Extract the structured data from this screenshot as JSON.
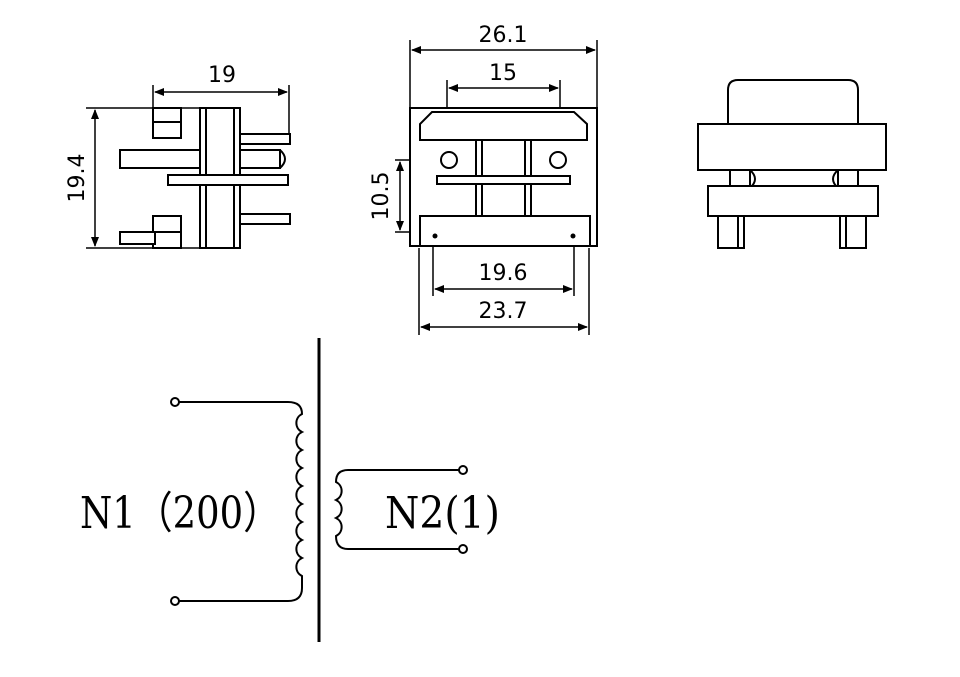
{
  "dimensions": {
    "side_width": "19",
    "side_height": "19.4",
    "front_top_width": "26.1",
    "front_pin_pitch": "15",
    "front_height": "10.5",
    "front_bottom_inner": "19.6",
    "front_bottom_outer": "23.7"
  },
  "schematic": {
    "primary_label": "N1（200）",
    "secondary_label": "N2(1)"
  }
}
